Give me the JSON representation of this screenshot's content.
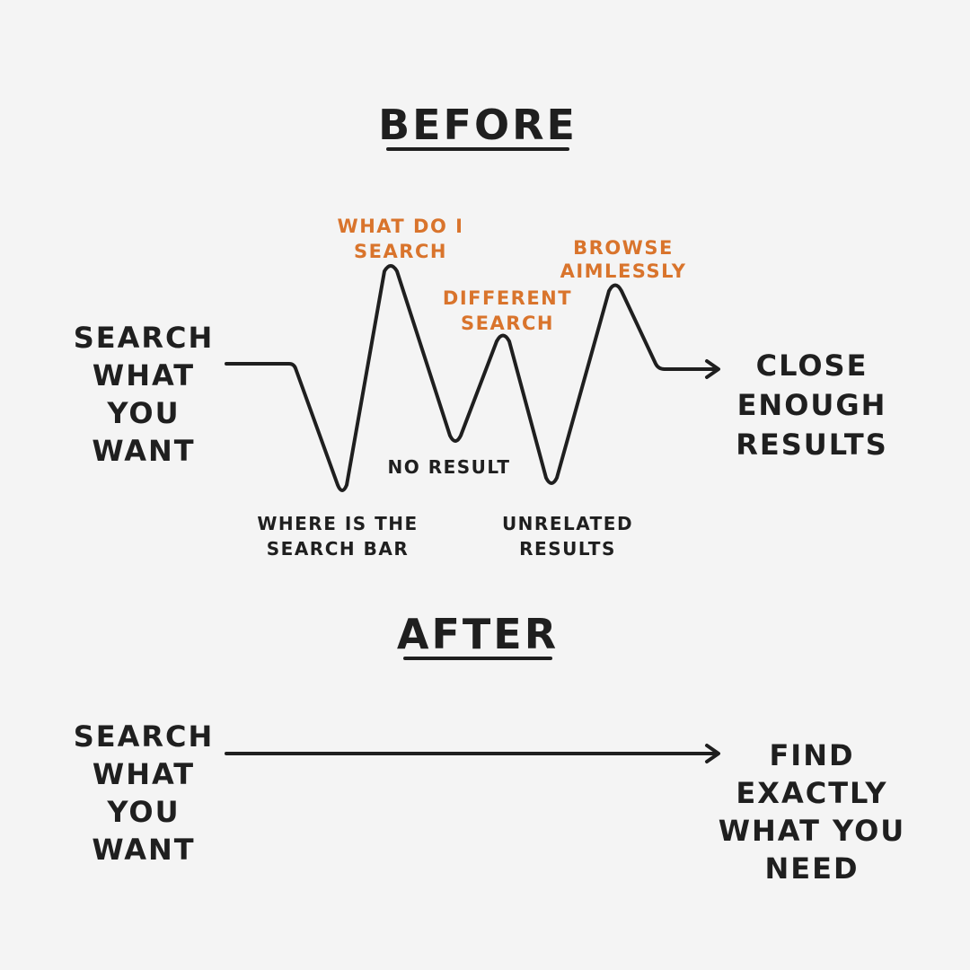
{
  "colors": {
    "background": "#f4f4f4",
    "ink": "#1f1f1f",
    "accent": "#d9742c"
  },
  "before": {
    "heading": "BEFORE",
    "start_lines": [
      "SEARCH",
      "WHAT",
      "YOU",
      "WANT"
    ],
    "end_lines": [
      "CLOSE",
      "ENOUGH",
      "RESULTS"
    ],
    "peaks": [
      {
        "lines": [
          "WHAT DO I",
          "SEARCH"
        ]
      },
      {
        "lines": [
          "DIFFERENT",
          "SEARCH"
        ]
      },
      {
        "lines": [
          "BROWSE",
          "AIMLESSLY"
        ]
      }
    ],
    "dips": [
      {
        "lines": [
          "WHERE IS THE",
          "SEARCH BAR"
        ]
      },
      {
        "lines": [
          "NO RESULT"
        ]
      },
      {
        "lines": [
          "UNRELATED",
          "RESULTS"
        ]
      }
    ]
  },
  "after": {
    "heading": "AFTER",
    "start_lines": [
      "SEARCH",
      "WHAT",
      "YOU",
      "WANT"
    ],
    "end_lines": [
      "FIND",
      "EXACTLY",
      "WHAT YOU",
      "NEED"
    ]
  }
}
